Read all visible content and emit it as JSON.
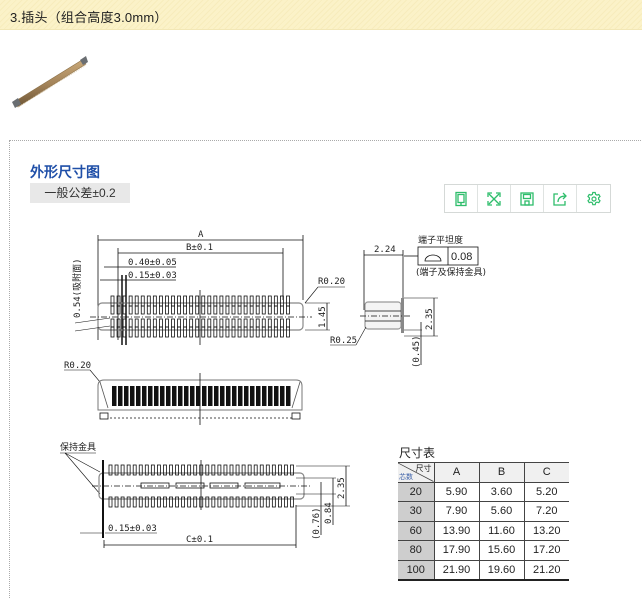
{
  "header": {
    "title": "3.插头（组合高度3.0mm）"
  },
  "product": {
    "image_alt": "board-to-board connector plug"
  },
  "section": {
    "title": "外形尺寸图",
    "tolerance": "一般公差±0.2"
  },
  "toolbar": {
    "buttons": [
      {
        "icon": "tablet-icon",
        "label": "tablet view"
      },
      {
        "icon": "fullscreen-icon",
        "label": "fullscreen"
      },
      {
        "icon": "save-icon",
        "label": "save"
      },
      {
        "icon": "share-icon",
        "label": "share"
      },
      {
        "icon": "settings-icon",
        "label": "settings"
      }
    ],
    "icon_color": "#2ebd6b"
  },
  "drawing": {
    "top_view": {
      "dim_a": "A",
      "dim_b": "B±0.1",
      "pitch": "0.40±0.05",
      "pin_width": "0.15±0.03",
      "side_note": "0.54(吸附面)",
      "radius_right": "R0.20",
      "height_145": "1.45"
    },
    "side_view": {
      "width": "2.24",
      "flatness_label": "端子平坦度",
      "flatness_value": "0.08",
      "flatness_note": "(端子及保持金具)",
      "height": "2.35",
      "offset": "(0.45)",
      "radius": "R0.25"
    },
    "front_view": {
      "radius": "R0.20"
    },
    "bottom_view": {
      "holder_label": "保持金具",
      "pin_width": "0.15±0.03",
      "dim_c": "C±0.1",
      "height": "2.35",
      "dim_076": "(0.76)",
      "dim_084": "0.84"
    }
  },
  "dimension_table": {
    "title": "尺寸表",
    "corner_top": "尺寸",
    "corner_bottom": "芯数",
    "columns": [
      "A",
      "B",
      "C"
    ],
    "rows": [
      {
        "pins": "20",
        "A": "5.90",
        "B": "3.60",
        "C": "5.20"
      },
      {
        "pins": "30",
        "A": "7.90",
        "B": "5.60",
        "C": "7.20"
      },
      {
        "pins": "60",
        "A": "13.90",
        "B": "11.60",
        "C": "13.20"
      },
      {
        "pins": "80",
        "A": "17.90",
        "B": "15.60",
        "C": "17.20"
      },
      {
        "pins": "100",
        "A": "21.90",
        "B": "19.60",
        "C": "21.20"
      }
    ]
  }
}
